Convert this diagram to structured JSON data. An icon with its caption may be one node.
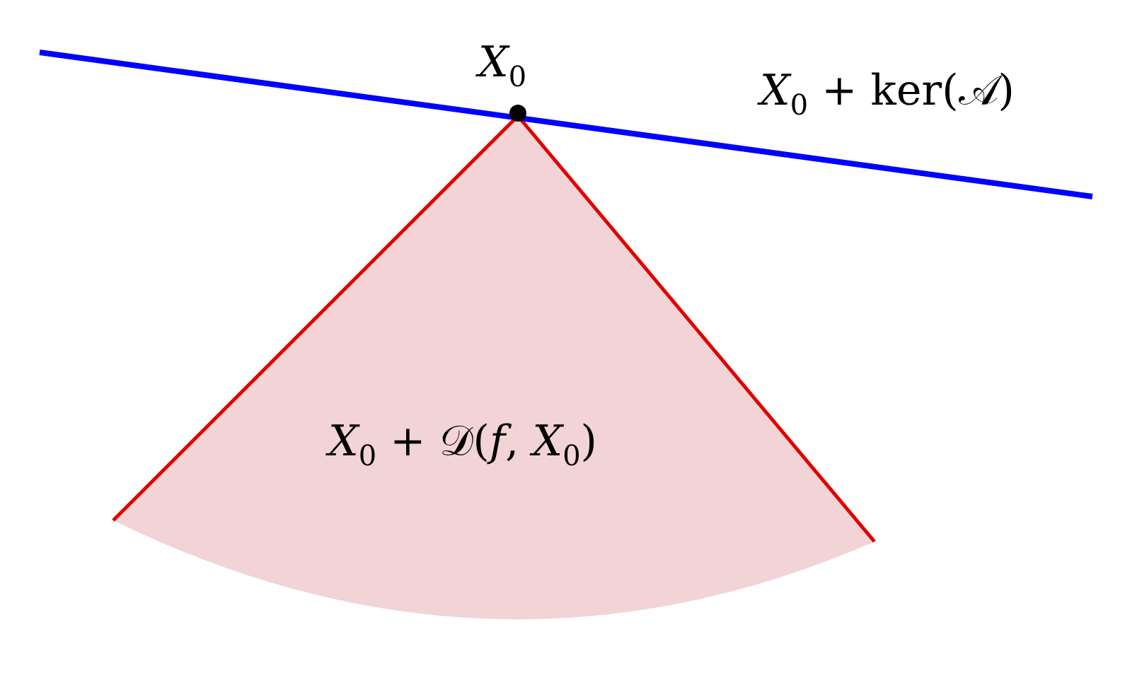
{
  "diagram": {
    "labels": [
      "*X*$_{0}$",
      "*X*$_{0}$ + ker(𝒜)",
      "*X*$_{0}$ + 𝒟(*f*, *X*$_{0}$)"
    ]
  }
}
